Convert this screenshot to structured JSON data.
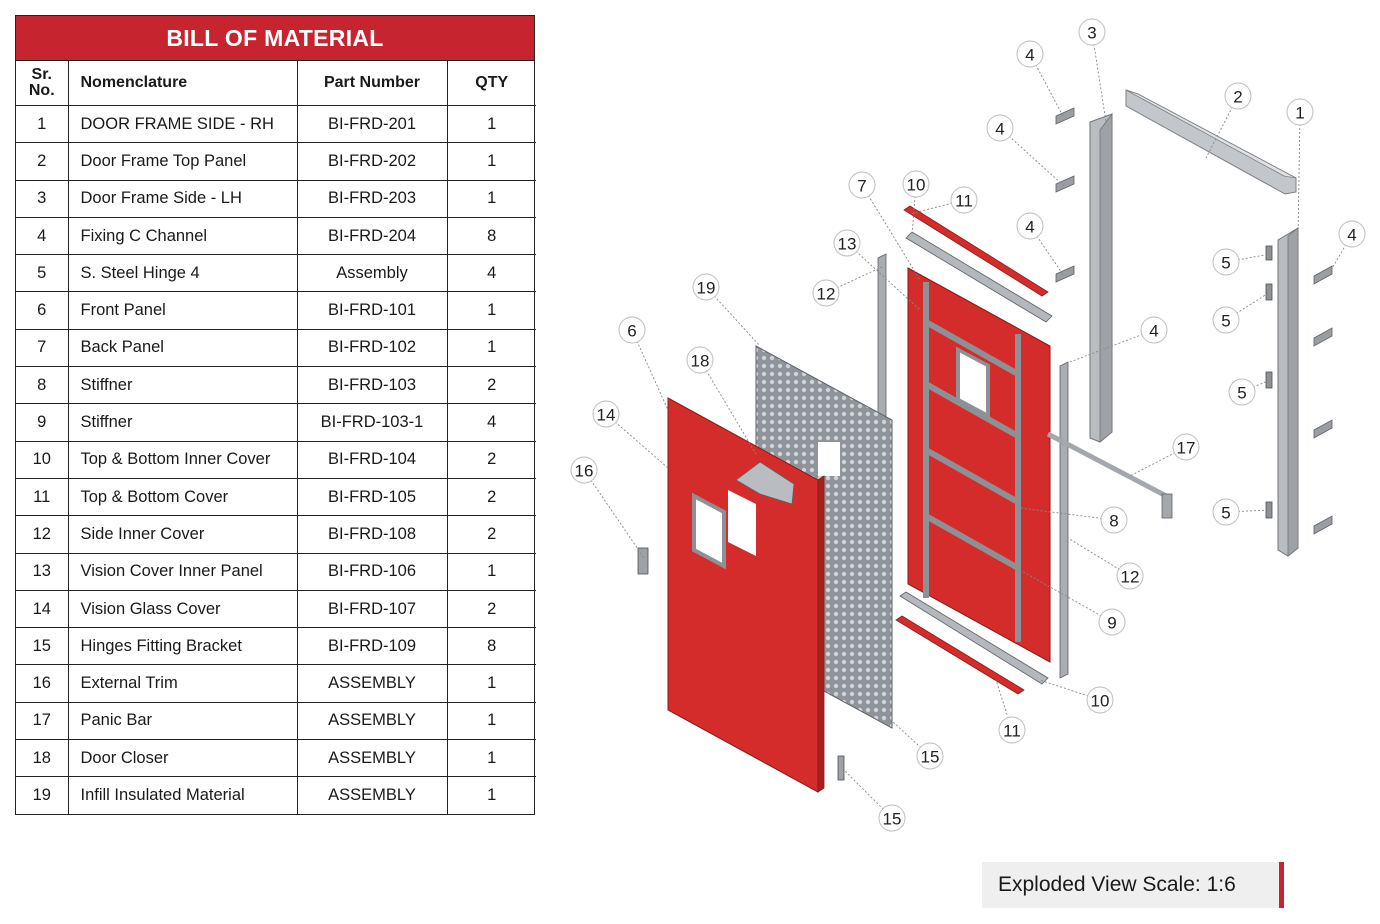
{
  "bom": {
    "title": "BILL OF MATERIAL",
    "headers": {
      "sr_line1": "Sr.",
      "sr_line2": "No.",
      "nomenclature": "Nomenclature",
      "part_number": "Part Number",
      "qty": "QTY"
    },
    "rows": [
      {
        "sr": "1",
        "name": "DOOR FRAME SIDE - RH",
        "part": "BI-FRD-201",
        "qty": "1"
      },
      {
        "sr": "2",
        "name": "Door Frame Top Panel",
        "part": "BI-FRD-202",
        "qty": "1"
      },
      {
        "sr": "3",
        "name": "Door Frame Side - LH",
        "part": "BI-FRD-203",
        "qty": "1"
      },
      {
        "sr": "4",
        "name": "Fixing C Channel",
        "part": "BI-FRD-204",
        "qty": "8"
      },
      {
        "sr": "5",
        "name": "S. Steel Hinge 4",
        "part": "Assembly",
        "qty": "4"
      },
      {
        "sr": "6",
        "name": "Front Panel",
        "part": "BI-FRD-101",
        "qty": "1"
      },
      {
        "sr": "7",
        "name": "Back Panel",
        "part": "BI-FRD-102",
        "qty": "1"
      },
      {
        "sr": "8",
        "name": "Stiffner",
        "part": "BI-FRD-103",
        "qty": "2"
      },
      {
        "sr": "9",
        "name": "Stiffner",
        "part": "BI-FRD-103-1",
        "qty": "4"
      },
      {
        "sr": "10",
        "name": "Top & Bottom Inner Cover",
        "part": "BI-FRD-104",
        "qty": "2"
      },
      {
        "sr": "11",
        "name": "Top & Bottom Cover",
        "part": "BI-FRD-105",
        "qty": "2"
      },
      {
        "sr": "12",
        "name": "Side Inner Cover",
        "part": "BI-FRD-108",
        "qty": "2"
      },
      {
        "sr": "13",
        "name": "Vision Cover Inner Panel",
        "part": "BI-FRD-106",
        "qty": "1"
      },
      {
        "sr": "14",
        "name": "Vision Glass Cover",
        "part": "BI-FRD-107",
        "qty": "2"
      },
      {
        "sr": "15",
        "name": "Hinges Fitting Bracket",
        "part": "BI-FRD-109",
        "qty": "8"
      },
      {
        "sr": "16",
        "name": "External Trim",
        "part": "ASSEMBLY",
        "qty": "1"
      },
      {
        "sr": "17",
        "name": "Panic Bar",
        "part": "ASSEMBLY",
        "qty": "1"
      },
      {
        "sr": "18",
        "name": "Door Closer",
        "part": "ASSEMBLY",
        "qty": "1"
      },
      {
        "sr": "19",
        "name": "Infill Insulated Material",
        "part": "ASSEMBLY",
        "qty": "1"
      }
    ]
  },
  "scale_label": "Exploded View Scale: 1:6",
  "colors": {
    "accent_red": "#c62530",
    "panel_red": "#d42b2b",
    "steel": "#b9bcc1",
    "scale_box_bg": "#efefef"
  },
  "callouts": [
    "1",
    "2",
    "3",
    "4",
    "4",
    "4",
    "4",
    "4",
    "5",
    "5",
    "5",
    "5",
    "6",
    "7",
    "8",
    "9",
    "10",
    "10",
    "11",
    "11",
    "12",
    "12",
    "13",
    "14",
    "15",
    "15",
    "16",
    "17",
    "18",
    "19"
  ]
}
